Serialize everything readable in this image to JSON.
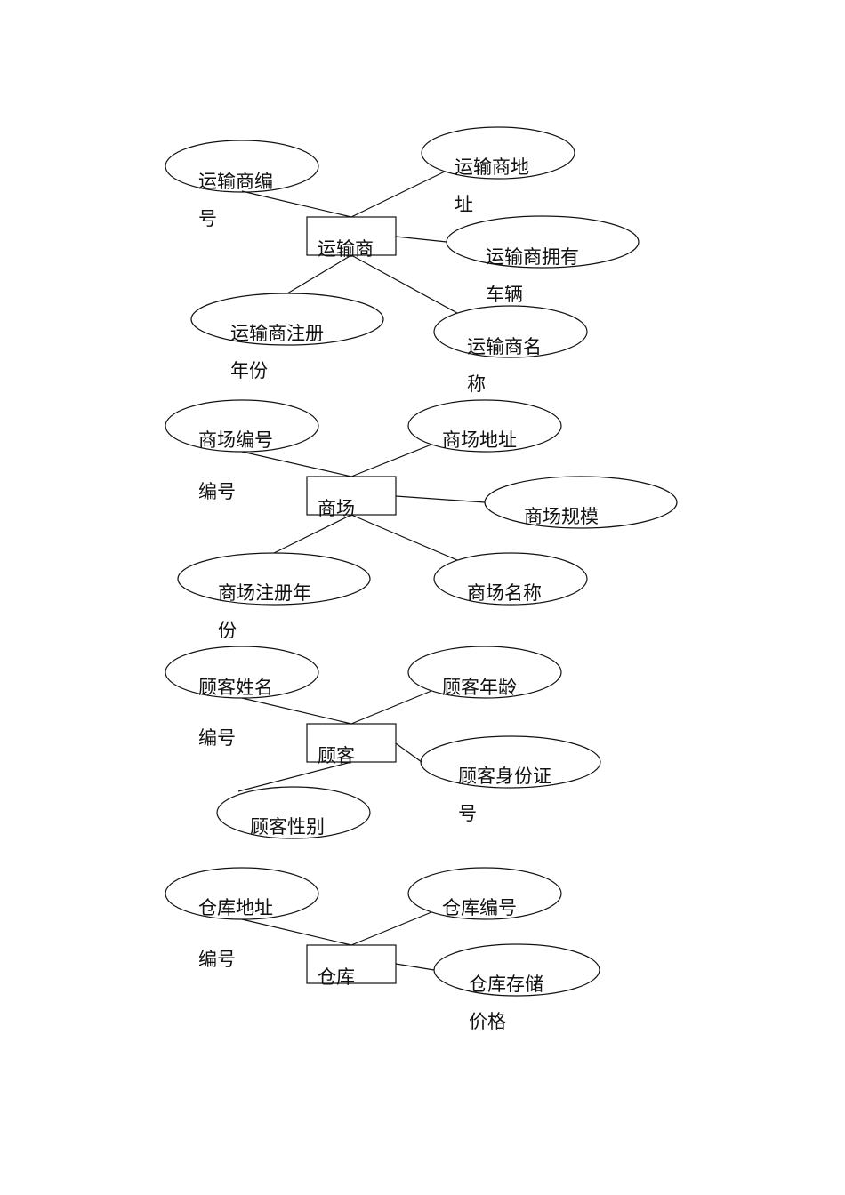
{
  "diagrams": [
    {
      "entity": "运输商",
      "attributes": [
        {
          "lines": [
            "运输商编",
            "号"
          ]
        },
        {
          "lines": [
            "运输商地",
            "址"
          ]
        },
        {
          "lines": [
            "运输商拥有",
            "车辆"
          ]
        },
        {
          "lines": [
            "运输商注册",
            "年份"
          ]
        },
        {
          "lines": [
            "运输商名",
            "称"
          ]
        }
      ]
    },
    {
      "entity": "商场",
      "attributes": [
        {
          "lines": [
            "商场编号",
            "编号"
          ]
        },
        {
          "lines": [
            "商场地址"
          ]
        },
        {
          "lines": [
            "商场规模"
          ]
        },
        {
          "lines": [
            "商场注册年",
            "份"
          ]
        },
        {
          "lines": [
            "商场名称"
          ]
        }
      ]
    },
    {
      "entity": "顾客",
      "attributes": [
        {
          "lines": [
            "顾客姓名",
            "编号"
          ]
        },
        {
          "lines": [
            "顾客年龄"
          ]
        },
        {
          "lines": [
            "顾客身份证",
            "号"
          ]
        },
        {
          "lines": [
            "顾客性别"
          ]
        }
      ]
    },
    {
      "entity": "仓库",
      "attributes": [
        {
          "lines": [
            "仓库地址",
            "编号"
          ]
        },
        {
          "lines": [
            "仓库编号"
          ]
        },
        {
          "lines": [
            "仓库存储",
            "价格"
          ]
        }
      ]
    }
  ]
}
